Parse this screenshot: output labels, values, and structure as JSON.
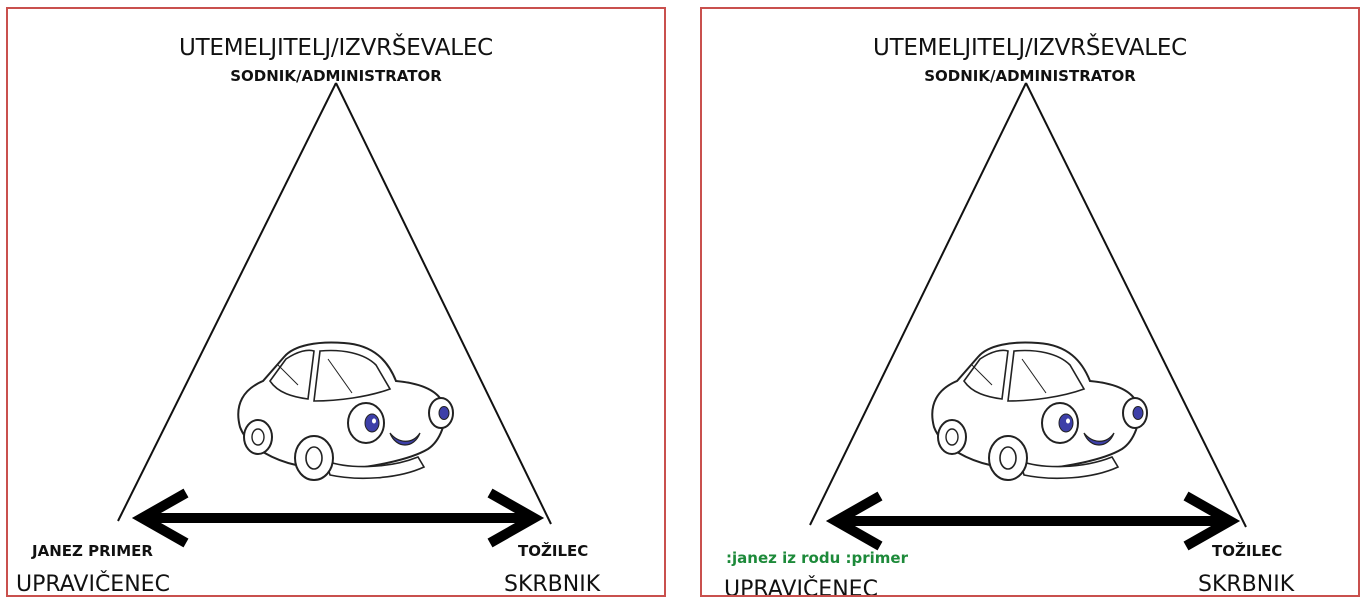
{
  "panels": [
    {
      "top_title": "UTEMELJITELJ/IZVRŠEVALEC",
      "top_subtitle": "SODNIK/ADMINISTRATOR",
      "bottom_left_bold": "JANEZ PRIMER",
      "bottom_left_label": "UPRAVIČENEC",
      "bottom_right_bold": "TOŽILEC",
      "bottom_right_label": "SKRBNIK"
    },
    {
      "top_title": "UTEMELJITELJ/IZVRŠEVALEC",
      "top_subtitle": "SODNIK/ADMINISTRATOR",
      "bottom_left_green": ":janez iz rodu :primer",
      "bottom_left_label": "UPRAVIČENEC",
      "bottom_right_bold": "TOŽILEC",
      "bottom_right_label": "SKRBNIK"
    }
  ],
  "colors": {
    "border": "#c9504d",
    "green_text": "#1d8a3a",
    "car_eye": "#3d3fa8"
  },
  "icons": [
    "car-illustration",
    "double-arrow"
  ]
}
